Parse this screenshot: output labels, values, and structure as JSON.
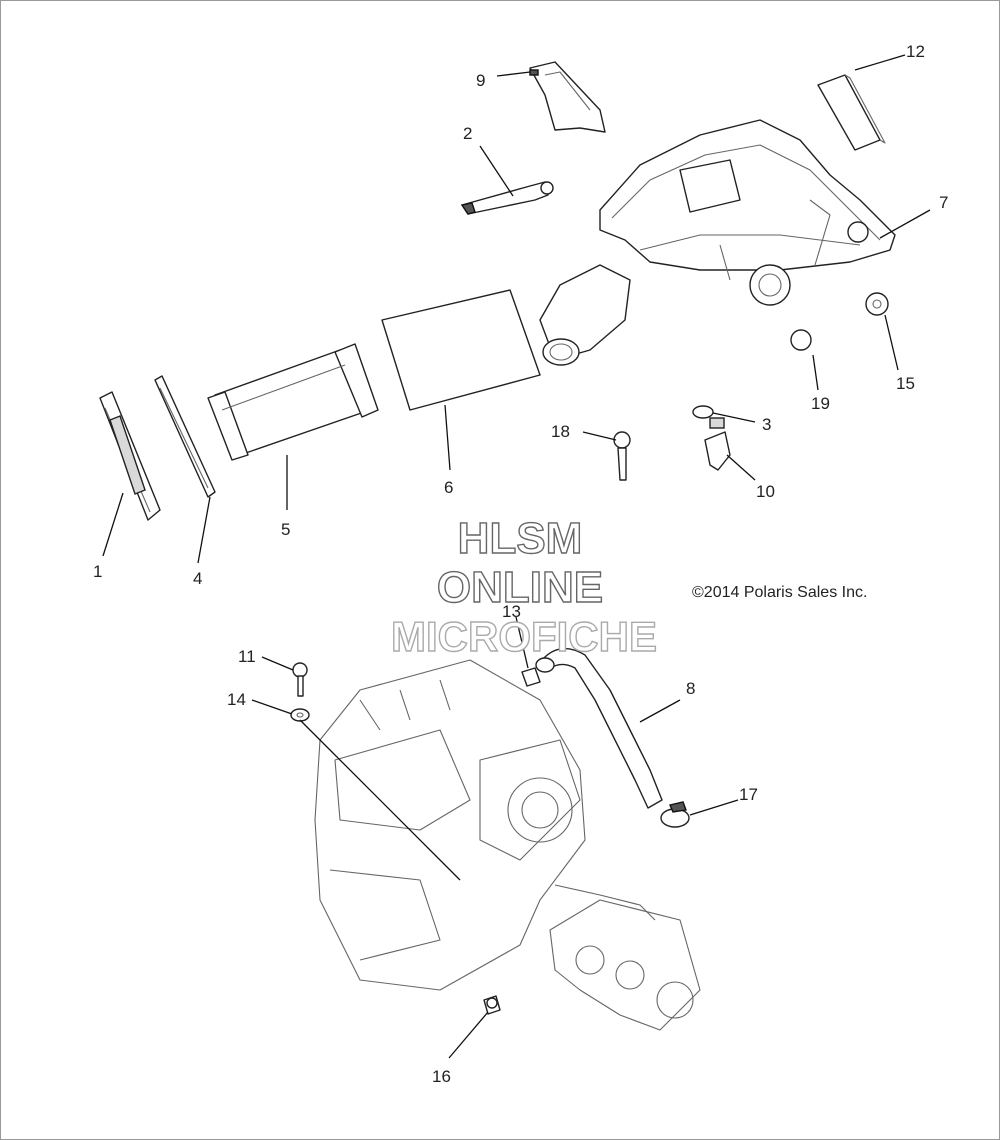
{
  "copyright": "©2014 Polaris Sales Inc.",
  "watermark": {
    "line1": "HLSM",
    "line2": "ONLINE",
    "line3": "MICROFICHE"
  },
  "callouts": [
    "1",
    "2",
    "3",
    "4",
    "5",
    "6",
    "7",
    "8",
    "9",
    "10",
    "11",
    "12",
    "13",
    "14",
    "15",
    "16",
    "17",
    "18",
    "19"
  ]
}
